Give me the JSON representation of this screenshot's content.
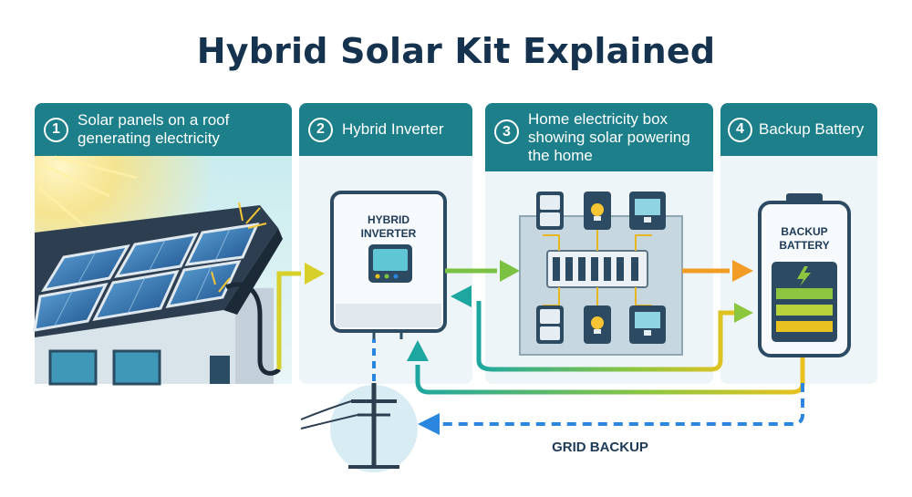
{
  "title": "Hybrid Solar Kit Explained",
  "steps": [
    {
      "num": "1",
      "label": "Solar panels on a roof generating electricity"
    },
    {
      "num": "2",
      "label": "Hybrid Inverter"
    },
    {
      "num": "3",
      "label": "Home electricity box showing solar powering the home"
    },
    {
      "num": "4",
      "label": "Backup Battery"
    }
  ],
  "inverter": {
    "line1": "HYBRID",
    "line2": "INVERTER"
  },
  "battery": {
    "line1": "BACKUP",
    "line2": "BATTERY"
  },
  "grid_label": "GRID BACKUP",
  "colors": {
    "header": "#1c7f8a",
    "title": "#15324f",
    "arrow_yellow": "#e8c21f",
    "arrow_orange": "#f29c25",
    "arrow_green": "#7cc242",
    "arrow_teal": "#1ea7a0",
    "grid_dash": "#2a86de",
    "battery_green": "#8cc63f"
  }
}
